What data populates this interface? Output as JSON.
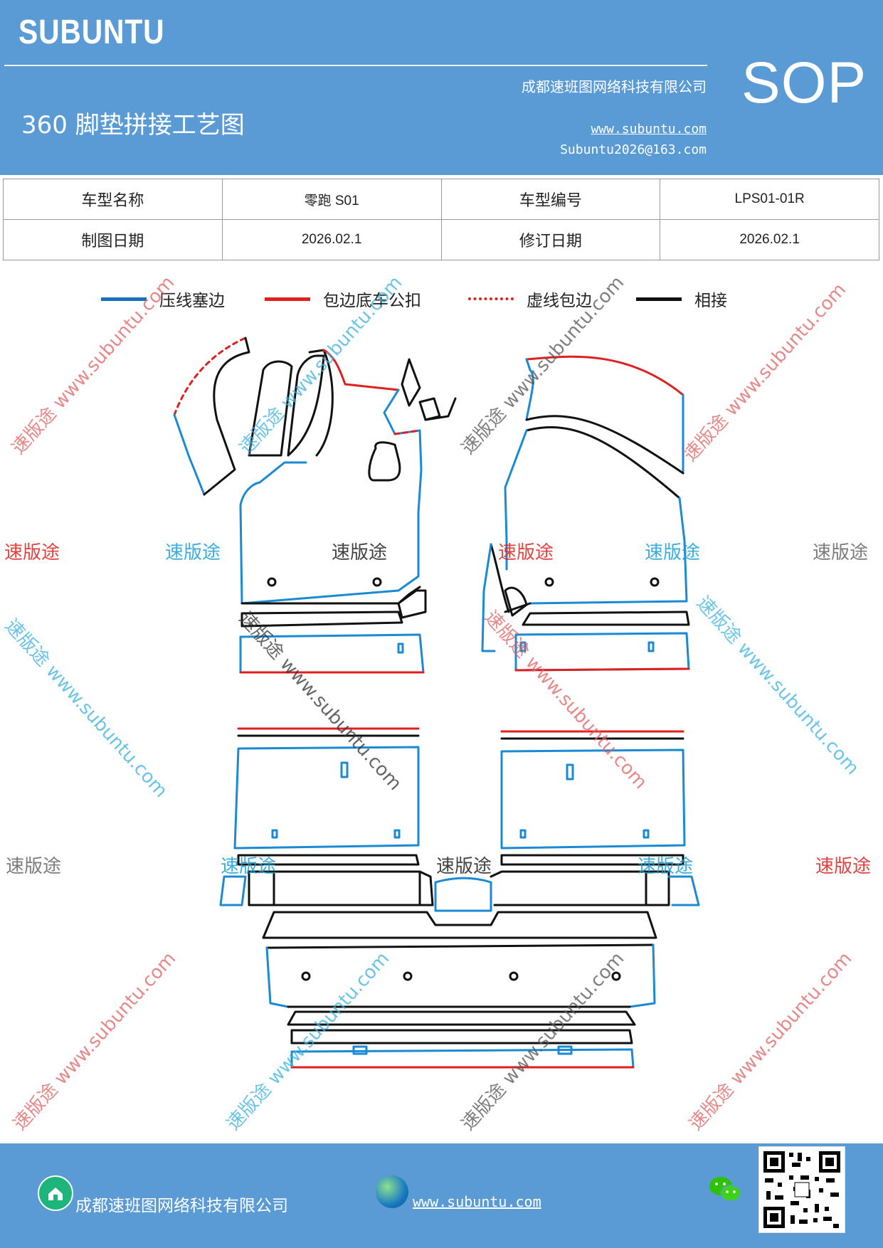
{
  "header": {
    "brand": "SUBUNTU",
    "company": "成都速班图网络科技有限公司",
    "title": "360 脚垫拼接工艺图",
    "website": "www.subuntu.com",
    "email": "Subuntu2026@163.com",
    "sop": "SOP"
  },
  "info": {
    "model_name_label": "车型名称",
    "model_name_value": "零跑 S01",
    "model_code_label": "车型编号",
    "model_code_value": "LPS01-01R",
    "draw_date_label": "制图日期",
    "draw_date_value": "2026.02.1",
    "revise_date_label": "修订日期",
    "revise_date_value": "2026.02.1"
  },
  "legend": {
    "press_line": "压线塞边",
    "red_wrap": "包边底车公扣",
    "dashed_wrap": "虚线包边",
    "join": "相接"
  },
  "colors": {
    "header_bg": "#5b9bd5",
    "blue_line": "#1a8ad4",
    "red_line": "#e02020",
    "black_line": "#111111"
  },
  "watermark": {
    "brand_cn": "速版途",
    "url": "www.subuntu.com"
  },
  "footer": {
    "company": "成都速班图网络科技有限公司",
    "website": "www.subuntu.com"
  },
  "icons": [
    "home-badge-icon",
    "globe-icon",
    "wechat-icon",
    "qr-code"
  ]
}
